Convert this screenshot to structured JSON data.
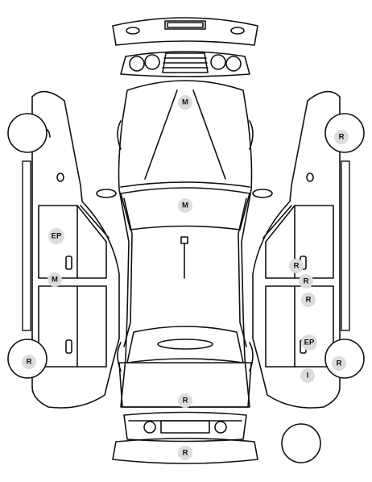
{
  "markers": {
    "hood_top": "M",
    "windshield": "M",
    "left_upper_panel": "EP",
    "left_sill": "M",
    "left_front_wheel": "R",
    "right_front_wheel": "R",
    "right_front_door_a": "R",
    "right_front_door_b": "R",
    "right_rear_door": "R",
    "right_rear_panel": "EP",
    "right_rear_wheel": "R",
    "right_rear_lower": "I",
    "rear_trunk": "R",
    "rear_bumper": "R"
  }
}
